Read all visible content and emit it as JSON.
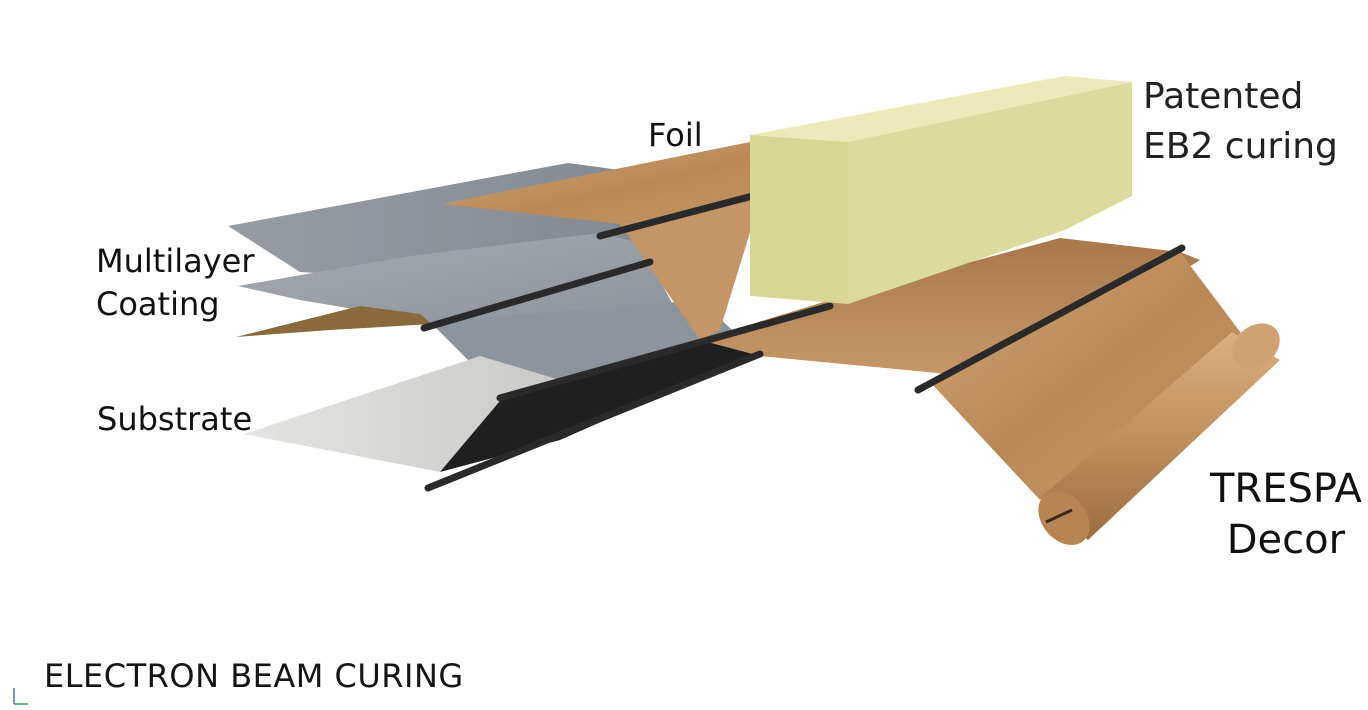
{
  "labels": {
    "foil": "Foil",
    "eb2_line1": "Patented",
    "eb2_line2": "EB2 curing",
    "multilayer_line1": "Multilayer",
    "multilayer_line2": "Coating",
    "substrate": "Substrate",
    "trespa_line1": "TRESPA",
    "trespa_line2": "Decor"
  },
  "title": "ELECTRON BEAM CURING",
  "colors": {
    "background": "#ffffff",
    "eb2_box_front": "#dedd9e",
    "eb2_box_top": "#eeeebe",
    "eb2_box_side": "#c9c788",
    "wood_light": "#c99c6b",
    "wood_dark": "#a87748",
    "coating_grey": "#8c929a",
    "substrate_light": "#dcdcda",
    "substrate_dark": "#222222",
    "roller_rod": "#2a2a2a"
  }
}
